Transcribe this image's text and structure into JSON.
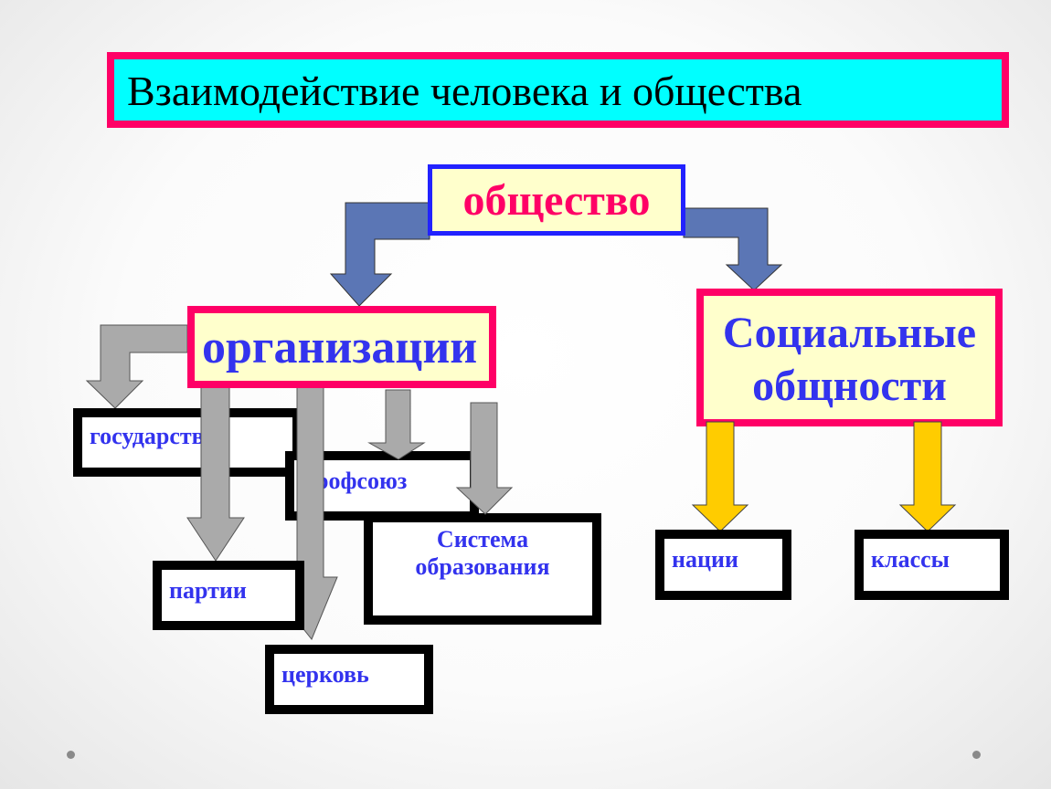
{
  "title": "Взаимодействие человека и общества",
  "nodes": {
    "society": "общество",
    "organizations": "организации",
    "social_groups": [
      "Социальные",
      "общности"
    ],
    "state": "государство",
    "trade_union": "профсоюз",
    "education": [
      "Система",
      "образования"
    ],
    "parties": "партии",
    "church": "церковь",
    "nations": "нации",
    "classes": "классы"
  },
  "colors": {
    "title_fill": "#00ffff",
    "accent_border": "#ff0066",
    "society_border": "#2222ff",
    "node_fill": "#ffffcc",
    "text_blue": "#3333ee",
    "arrow_blue": "#5b76b5",
    "arrow_gray": "#aaaaaa",
    "arrow_yellow": "#ffcc00"
  }
}
